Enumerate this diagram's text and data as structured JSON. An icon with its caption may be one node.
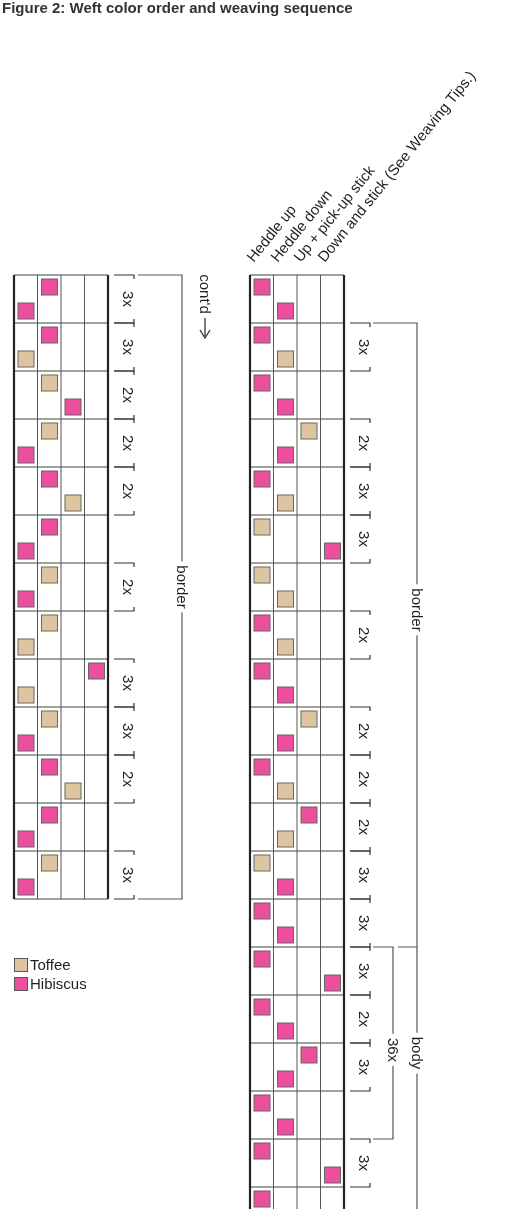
{
  "diagram": {
    "title": "Figure 2: Weft color order and weaving sequence",
    "labels": [
      "Heddle up",
      "Heddle down",
      "Up + pick-up stick",
      "Down and stick (See Weaving Tips.)",
      "cont'd",
      "3x",
      "3x",
      "2x",
      "2x",
      "2x",
      "2x",
      "3x",
      "3x",
      "2x",
      "3x",
      "border",
      "3x",
      "2x",
      "3x",
      "3x",
      "2x",
      "2x",
      "2x",
      "2x",
      "3x",
      "3x",
      "3x",
      "2x",
      "3x",
      "3x",
      "border",
      "36x",
      "body"
    ],
    "legend": [
      {
        "text": "Toffee",
        "color": "#dfc59f"
      },
      {
        "text": "Hibiscus",
        "color": "#ec4f9b"
      }
    ]
  }
}
